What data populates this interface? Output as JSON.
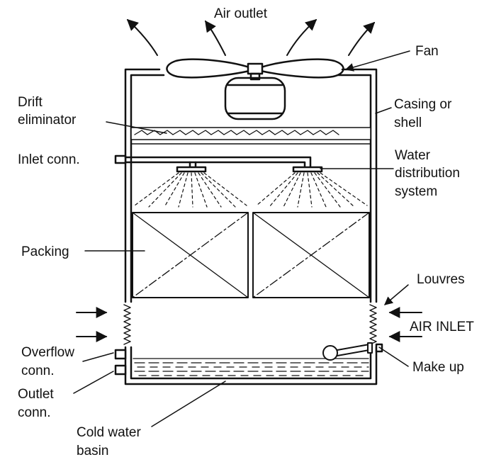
{
  "labels": {
    "air_outlet": "Air outlet",
    "fan": "Fan",
    "drift_eliminator_1": "Drift",
    "drift_eliminator_2": "eliminator",
    "casing_1": "Casing or",
    "casing_2": "shell",
    "inlet_conn": "Inlet conn.",
    "water_dist_1": "Water",
    "water_dist_2": "distribution",
    "water_dist_3": "system",
    "packing": "Packing",
    "louvres": "Louvres",
    "air_inlet": "AIR INLET",
    "overflow_1": "Overflow",
    "overflow_2": "conn.",
    "make_up": "Make up",
    "outlet_1": "Outlet",
    "outlet_2": "conn.",
    "basin_1": "Cold water",
    "basin_2": "basin"
  },
  "colors": {
    "ink": "#111111",
    "background": "#ffffff"
  }
}
